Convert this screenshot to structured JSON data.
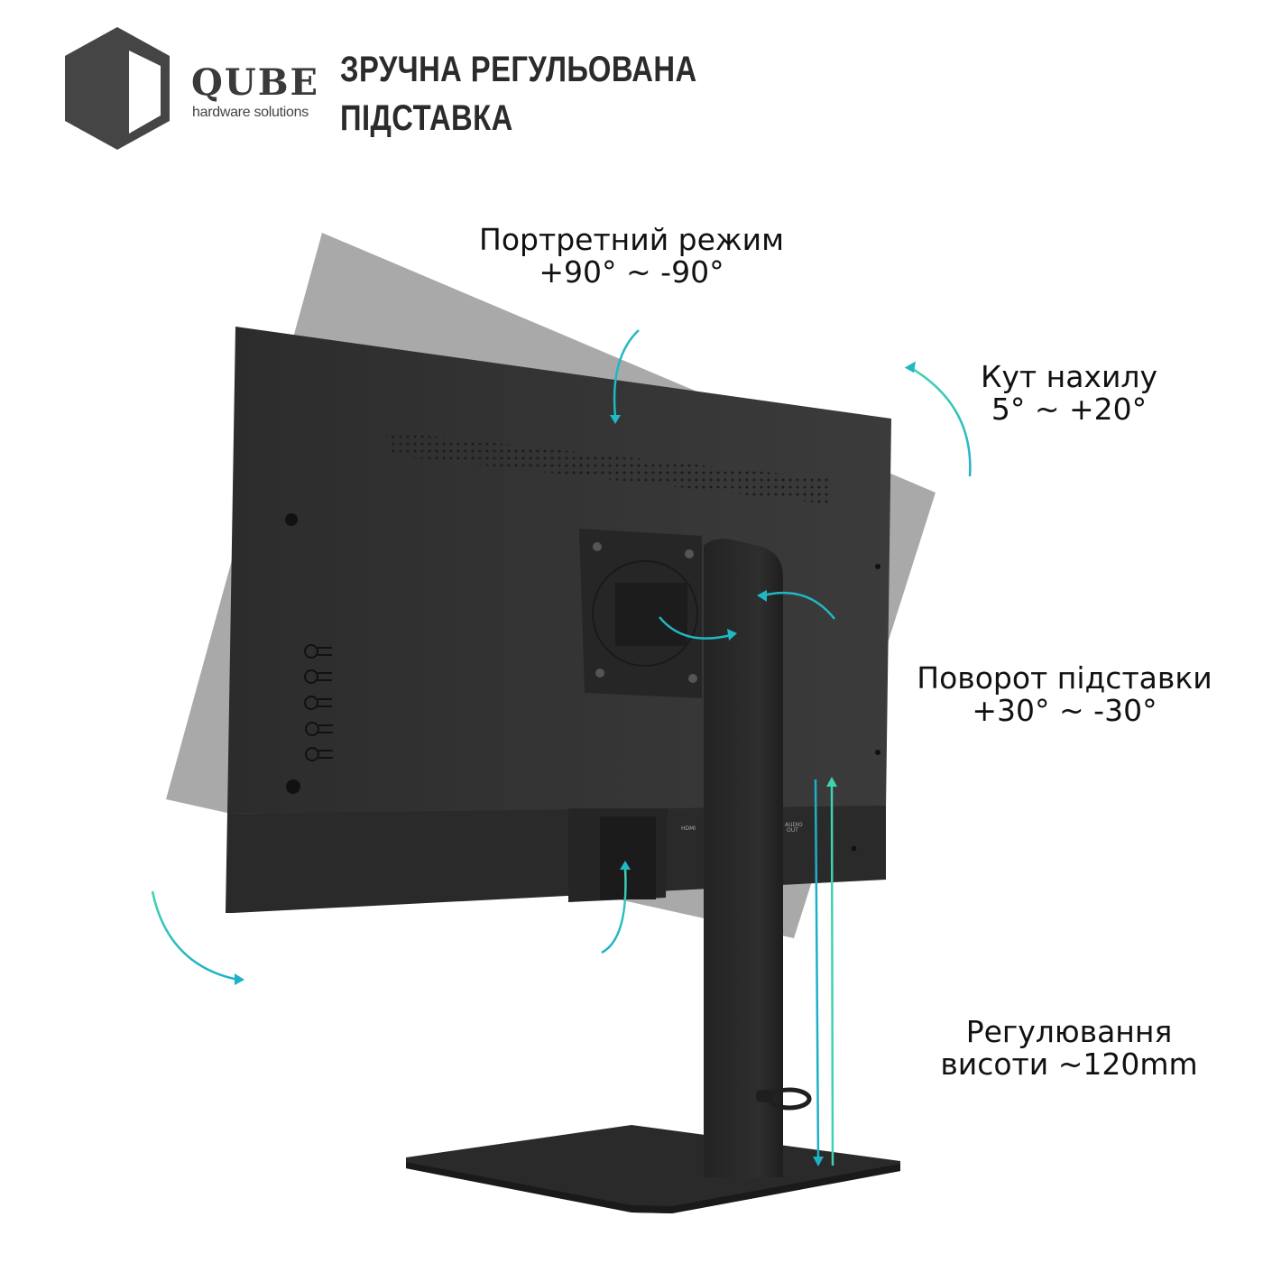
{
  "brand": {
    "name": "QUBE",
    "tagline": "hardware solutions",
    "logo_icon": "hexagon-cube-icon"
  },
  "headline": {
    "line1": "ЗРУЧНА РЕГУЛЬОВАНА",
    "line2": "ПІДСТАВКА"
  },
  "callouts": {
    "portrait": {
      "title": "Портретний режим",
      "value": "+90° ~ -90°"
    },
    "tilt": {
      "title": "Кут нахилу",
      "value": "5° ~ +20°"
    },
    "swivel": {
      "title": "Поворот підставки",
      "value": "+30° ~ -30°"
    },
    "height": {
      "title": "Регулювання",
      "value": "висоти ~120mm"
    }
  },
  "monitor": {
    "port_labels": [
      "HDMI",
      "AUDIO OUT"
    ]
  },
  "colors": {
    "accent": "#1fb8c4",
    "accent_light": "#3fd2b0",
    "monitor_body": "#2f2f2f",
    "ghost_panel": "#a9a9a9",
    "text": "#111111"
  }
}
